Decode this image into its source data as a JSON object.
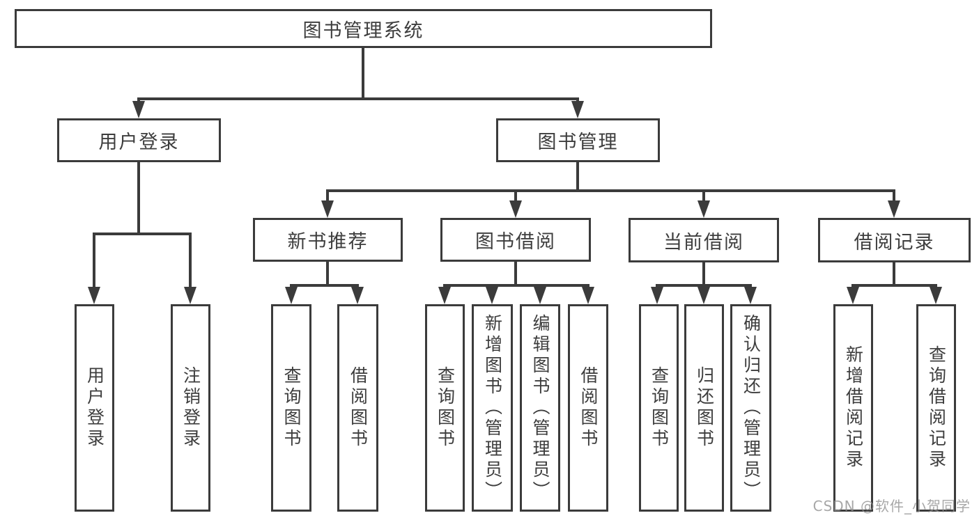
{
  "title": "图书管理系统",
  "colors": {
    "line": "#3b3b3b",
    "text": "#3d3d3d",
    "background": "#ffffff",
    "watermark": "#919191"
  },
  "tree": {
    "root": {
      "label": "图书管理系统"
    },
    "user_login": {
      "label": "用户登录",
      "children": [
        "用户登录",
        "注销登录"
      ]
    },
    "book_mgmt": {
      "label": "图书管理"
    },
    "new_books": {
      "label": "新书推荐",
      "children": [
        "查询图书",
        "借阅图书"
      ]
    },
    "borrow": {
      "label": "图书借阅",
      "children": [
        "查询图书",
        "新增图书（管理员）",
        "编辑图书（管理员）",
        "借阅图书"
      ]
    },
    "current": {
      "label": "当前借阅",
      "children": [
        "查询图书",
        "归还图书",
        "确认归还（管理员）"
      ]
    },
    "records": {
      "label": "借阅记录",
      "children": [
        "新增借阅记录",
        "查询借阅记录"
      ]
    }
  },
  "watermark": "CSDN @软件_小贺同学"
}
